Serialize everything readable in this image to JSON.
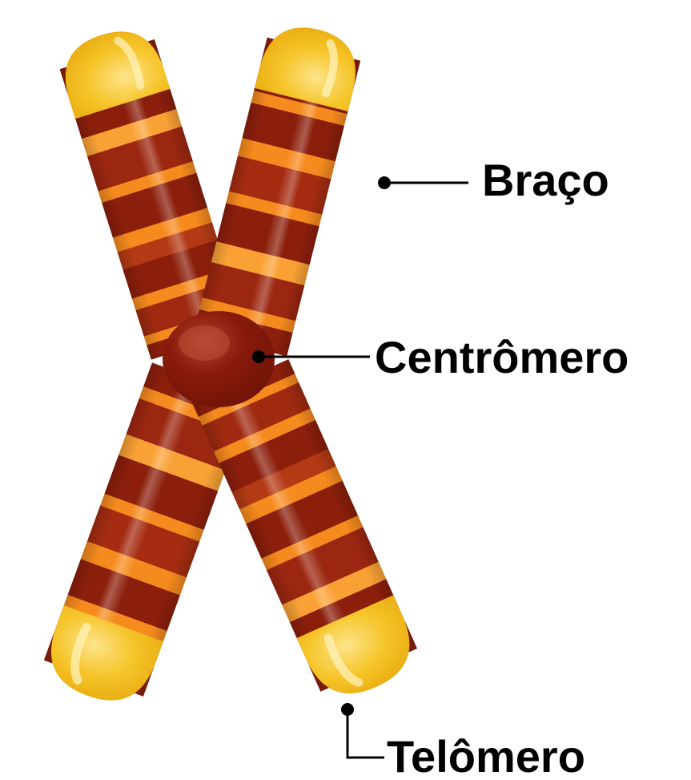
{
  "labels": {
    "arm": "Braço",
    "centromere": "Centrômero",
    "telomere": "Telômero"
  },
  "colors": {
    "band_dark": "#8c1f0c",
    "band_mid": "#b43a15",
    "band_light": "#f58a1e",
    "band_pale": "#f9b14a",
    "telomere": "#f6c52a",
    "telomere_highlight": "#fde48a",
    "centromere": "#8a1a0b",
    "centromere_highlight": "#b2402a",
    "label_text": "#000000",
    "background": "#ffffff"
  }
}
